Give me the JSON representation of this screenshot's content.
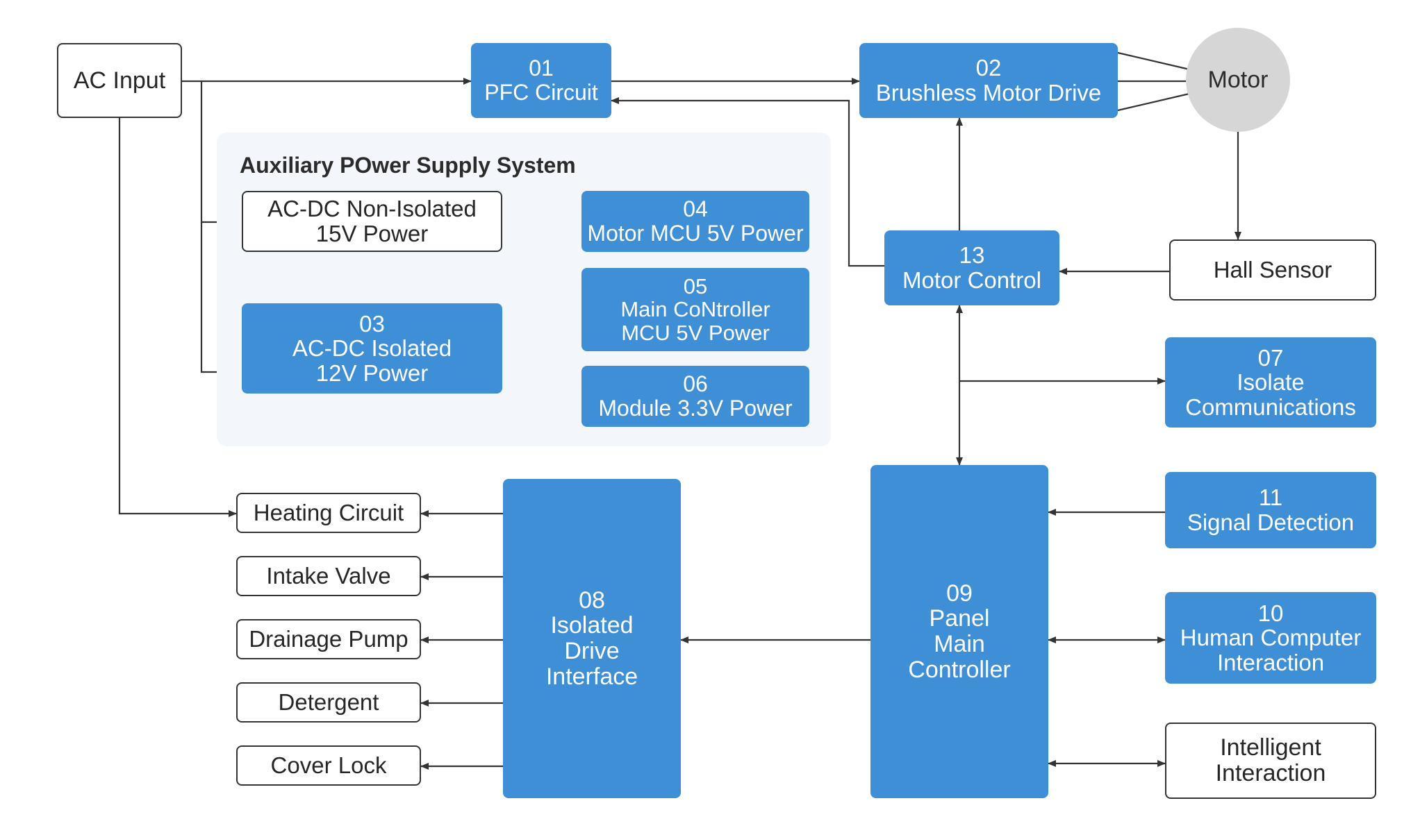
{
  "panel": {
    "title": "Auxiliary POwer Supply System"
  },
  "nodes": {
    "ac_input": {
      "lines": [
        "AC Input"
      ]
    },
    "pfc": {
      "lines": [
        "01",
        "PFC Circuit"
      ]
    },
    "brushless": {
      "lines": [
        "02",
        "Brushless Motor Drive"
      ]
    },
    "motor": {
      "lines": [
        "Motor"
      ]
    },
    "acdc_noniso": {
      "lines": [
        "AC-DC Non-Isolated",
        "15V Power"
      ]
    },
    "motor_mcu": {
      "lines": [
        "04",
        "Motor MCU 5V Power"
      ]
    },
    "acdc_iso": {
      "lines": [
        "03",
        "AC-DC Isolated",
        "12V Power"
      ]
    },
    "main_mcu": {
      "lines": [
        "05",
        "Main CoNtroller",
        "MCU 5V Power"
      ]
    },
    "module33": {
      "lines": [
        "06",
        "Module 3.3V Power"
      ]
    },
    "motor_control": {
      "lines": [
        "13",
        "Motor Control"
      ]
    },
    "hall": {
      "lines": [
        "Hall Sensor"
      ]
    },
    "isolate_comm": {
      "lines": [
        "07",
        "Isolate",
        "Communications"
      ]
    },
    "heating": {
      "lines": [
        "Heating Circuit"
      ]
    },
    "intake": {
      "lines": [
        "Intake Valve"
      ]
    },
    "drainage": {
      "lines": [
        "Drainage Pump"
      ]
    },
    "detergent": {
      "lines": [
        "Detergent"
      ]
    },
    "cover": {
      "lines": [
        "Cover Lock"
      ]
    },
    "drive_iface": {
      "lines": [
        "08",
        "Isolated",
        "Drive",
        "Interface"
      ]
    },
    "panel_main": {
      "lines": [
        "09",
        "Panel",
        "Main",
        "Controller"
      ]
    },
    "signal": {
      "lines": [
        "11",
        "Signal Detection"
      ]
    },
    "hci": {
      "lines": [
        "10",
        "Human Computer",
        "Interaction"
      ]
    },
    "intelligent": {
      "lines": [
        "Intelligent",
        "Interaction"
      ]
    }
  },
  "colors": {
    "block": "#3f8fd6",
    "panel_bg": "#f3f7fb",
    "motor": "#d6d6d6",
    "line": "#333333"
  }
}
